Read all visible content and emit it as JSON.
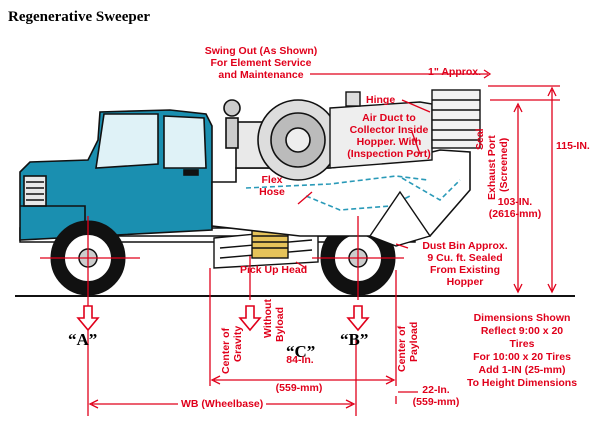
{
  "title": "Regenerative Sweeper",
  "labels": {
    "swing_out": "Swing Out (As Shown)",
    "element_service": "For Element Service",
    "maintenance": "and Maintenance",
    "one_inch": "1\" Approx.",
    "hinge": "Hinge",
    "air_duct_1": "Air Duct to",
    "air_duct_2": "Collector Inside",
    "air_duct_3": "Hopper. With",
    "air_duct_4": "(Inspection Port)",
    "seal": "Seal",
    "exhaust_1": "Exhaust Port",
    "exhaust_2": "(Screened)",
    "height_115": "115-IN.",
    "height_103": "103-IN.",
    "height_2616": "(2616-mm)",
    "flex_1": "Flex",
    "flex_2": "Hose",
    "dust_1": "Dust Bin Approx.",
    "dust_2": "9 Cu. ft. Sealed",
    "dust_3": "From Existing",
    "dust_4": "Hopper",
    "pickup": "Pick Up Head",
    "a": "“A”",
    "b": "“B”",
    "c": "“C”",
    "cog_1": "Center of",
    "cog_2": "Gravity",
    "without_1": "Without",
    "without_2": "Byload",
    "cop_1": "Center of",
    "cop_2": "Payload",
    "dim_84": "84-In.",
    "dim_559": "(559-mm)",
    "dim_22": "22-In.",
    "dim_22mm": "(559-mm)",
    "wheelbase": "WB (Wheelbase)",
    "note_1": "Dimensions Shown",
    "note_2": "Reflect 9:00 x 20",
    "note_3": "Tires",
    "note_4": "For 10:00 x 20 Tires",
    "note_5": "Add 1-IN (25-mm)",
    "note_6": "To Height Dimensions"
  },
  "colors": {
    "cab": "#1a8fb0",
    "annotation": "#e0001b",
    "line": "#111111"
  }
}
